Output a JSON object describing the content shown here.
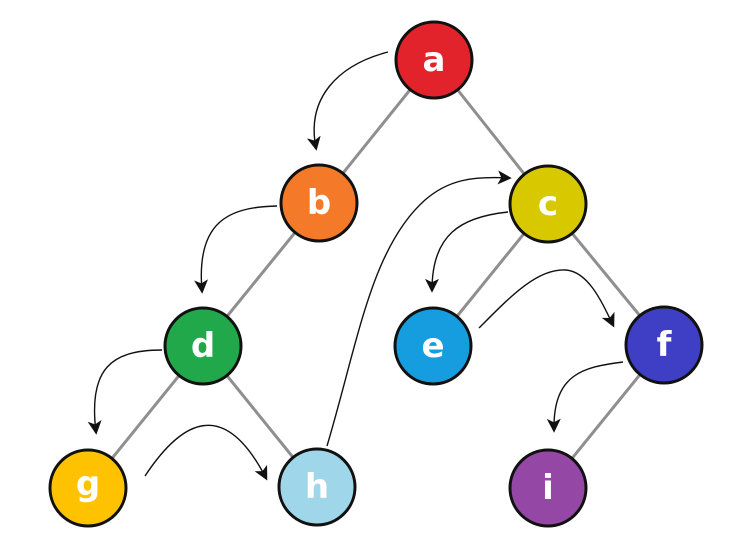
{
  "diagram": {
    "nodes": [
      {
        "id": "a",
        "label": "a",
        "color": "#e3232c"
      },
      {
        "id": "b",
        "label": "b",
        "color": "#f47a2a"
      },
      {
        "id": "c",
        "label": "c",
        "color": "#d8c800"
      },
      {
        "id": "d",
        "label": "d",
        "color": "#21a84a"
      },
      {
        "id": "e",
        "label": "e",
        "color": "#159de0"
      },
      {
        "id": "f",
        "label": "f",
        "color": "#3f3fc6"
      },
      {
        "id": "g",
        "label": "g",
        "color": "#ffc200"
      },
      {
        "id": "h",
        "label": "h",
        "color": "#9fd6ea"
      },
      {
        "id": "i",
        "label": "i",
        "color": "#9547a5"
      }
    ],
    "edges": [
      [
        "a",
        "b"
      ],
      [
        "a",
        "c"
      ],
      [
        "b",
        "d"
      ],
      [
        "c",
        "e"
      ],
      [
        "c",
        "f"
      ],
      [
        "d",
        "g"
      ],
      [
        "d",
        "h"
      ],
      [
        "f",
        "i"
      ]
    ],
    "traversal_order": [
      "a",
      "b",
      "d",
      "g",
      "h",
      "c",
      "e",
      "f",
      "i"
    ]
  }
}
